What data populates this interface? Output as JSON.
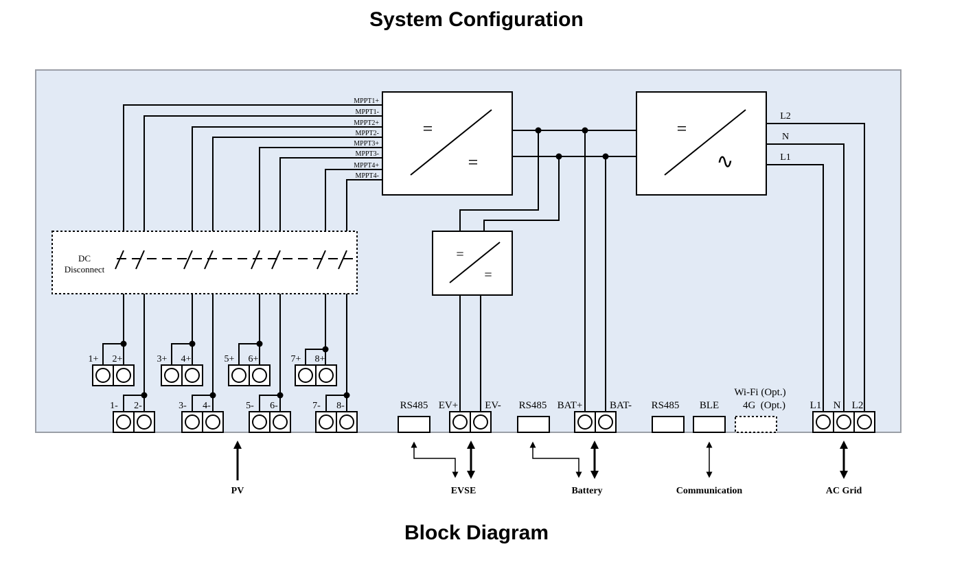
{
  "page": {
    "title": "System Configuration",
    "caption": "Block Diagram"
  },
  "colors": {
    "panel_fill": "#e2eaf5",
    "panel_border": "#9a9ea6",
    "line": "#000000",
    "box_fill": "#ffffff"
  },
  "mppt_labels": [
    "MPPT1+",
    "MPPT1-",
    "MPPT2+",
    "MPPT2-",
    "MPPT3+",
    "MPPT3-",
    "MPPT4+",
    "MPPT4-"
  ],
  "converters": {
    "pv_dcdc": {
      "input_symbol": "=",
      "output_symbol": "="
    },
    "inverter": {
      "input_symbol": "=",
      "output_symbol": "∿"
    },
    "ev_dcdc": {
      "input_symbol": "=",
      "output_symbol": "="
    }
  },
  "ac_lines": [
    "L2",
    "N",
    "L1"
  ],
  "dc_disconnect": {
    "label_line1": "DC",
    "label_line2": "Disconnect"
  },
  "pv_terminals": {
    "positive": [
      [
        "1+",
        "2+"
      ],
      [
        "3+",
        "4+"
      ],
      [
        "5+",
        "6+"
      ],
      [
        "7+",
        "8+"
      ]
    ],
    "negative": [
      [
        "1-",
        "2-"
      ],
      [
        "3-",
        "4-"
      ],
      [
        "5-",
        "6-"
      ],
      [
        "7-",
        "8-"
      ]
    ]
  },
  "ports": {
    "evse_rs485": "RS485",
    "ev_pos": "EV+",
    "ev_neg": "EV-",
    "bat_rs485": "RS485",
    "bat_pos": "BAT+",
    "bat_neg": "BAT-",
    "comm_rs485": "RS485",
    "ble": "BLE",
    "wifi": "Wi-Fi (Opt.)",
    "lte": "4G  (Opt.)",
    "ac_l1": "L1",
    "ac_n": "N",
    "ac_l2": "L2"
  },
  "external": {
    "pv": "PV",
    "evse": "EVSE",
    "battery": "Battery",
    "communication": "Communication",
    "ac_grid": "AC Grid"
  }
}
